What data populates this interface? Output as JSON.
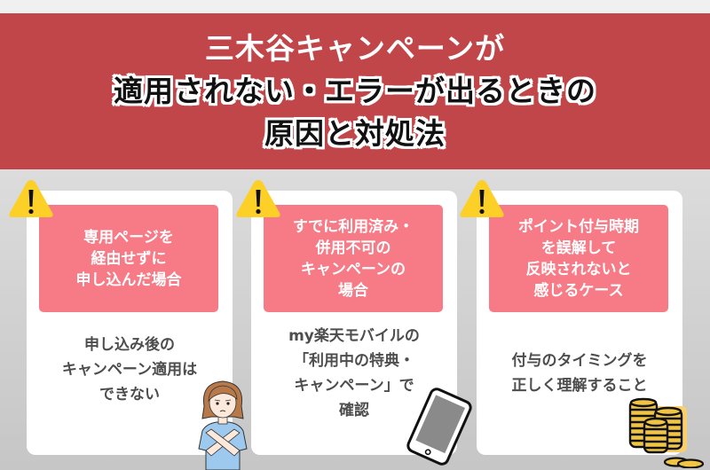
{
  "banner": {
    "title_line1": "三木谷キャンペーンが",
    "title_line2": "適用されない・エラーが出るときの",
    "title_line3": "原因と対処法",
    "background_color": "#c1464a"
  },
  "cards": [
    {
      "cause_lines": [
        "専用ページを",
        "経由せずに",
        "申し込んだ場合"
      ],
      "solution_lines": [
        "申し込み後の",
        "キャンペーン適用は",
        "できない"
      ],
      "illustration": "woman-crossed-arms"
    },
    {
      "cause_lines": [
        "すでに利用済み・",
        "併用不可の",
        "キャンペーンの",
        "場合"
      ],
      "solution_lines": [
        "my楽天モバイルの",
        "「利用中の特典・",
        "キャンペーン」で",
        "確認"
      ],
      "illustration": "tablet"
    },
    {
      "cause_lines": [
        "ポイント付与時期",
        "を誤解して",
        "反映されないと",
        "感じるケース"
      ],
      "solution_lines": [
        "付与のタイミングを",
        "正しく理解すること"
      ],
      "illustration": "coin-stacks"
    }
  ],
  "colors": {
    "cause_box": "#f77b86",
    "warning_icon": "#fcd026",
    "solution_text": "#4d4d4d"
  },
  "icons": {
    "warning": "warning-triangle-icon"
  }
}
